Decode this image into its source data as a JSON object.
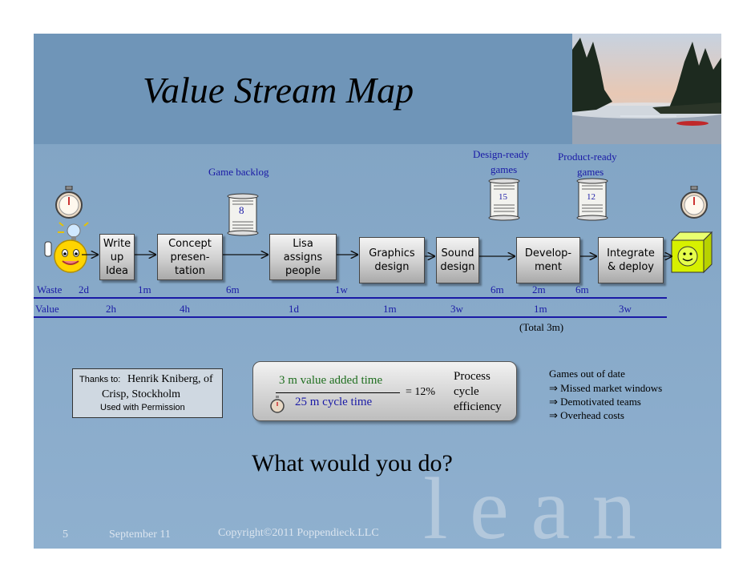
{
  "title": "Value Stream Map",
  "queues": {
    "game_backlog": {
      "label": "Game backlog",
      "count": "8"
    },
    "design_ready": {
      "label_line1": "Design-ready",
      "label_line2": "games",
      "count": "15"
    },
    "product_ready": {
      "label_line1": "Product-ready",
      "label_line2": "games",
      "count": "12"
    }
  },
  "steps": [
    {
      "label": "Write\nup\nIdea"
    },
    {
      "label": "Concept\npresen-\ntation"
    },
    {
      "label": "Lisa\nassigns\npeople"
    },
    {
      "label": "Graphics\ndesign"
    },
    {
      "label": "Sound\ndesign"
    },
    {
      "label": "Develop-\nment"
    },
    {
      "label": "Integrate\n& deploy"
    }
  ],
  "timeline": {
    "waste_label": "Waste",
    "value_label": "Value",
    "waste": [
      "2d",
      "1m",
      "6m",
      "1w",
      "6m",
      "2m",
      "6m"
    ],
    "value": [
      "2h",
      "4h",
      "1d",
      "1m",
      "3w",
      "1m",
      "3w"
    ],
    "total": "(Total 3m)"
  },
  "credits": {
    "prefix": "Thanks to:",
    "name": "Henrik Kniberg, of",
    "org": "Crisp, Stockholm",
    "permission": "Used with Permission"
  },
  "pce": {
    "numerator": "3 m value added time",
    "denominator": "25 m cycle time",
    "result": "= 12%",
    "label_line1": "Process",
    "label_line2": "cycle",
    "label_line3": "efficiency"
  },
  "consequences": {
    "header": "Games out of date",
    "items": [
      "⇒ Missed market windows",
      "⇒ Demotivated teams",
      "⇒ Overhead costs"
    ]
  },
  "question": "What would you do?",
  "watermark": "l e a n",
  "footer": {
    "page": "5",
    "date": "September 11",
    "copyright": "Copyright©2011 Poppendieck.LLC"
  },
  "colors": {
    "accent_blue": "#1a1aa6",
    "green_text": "#1e6e1e"
  }
}
